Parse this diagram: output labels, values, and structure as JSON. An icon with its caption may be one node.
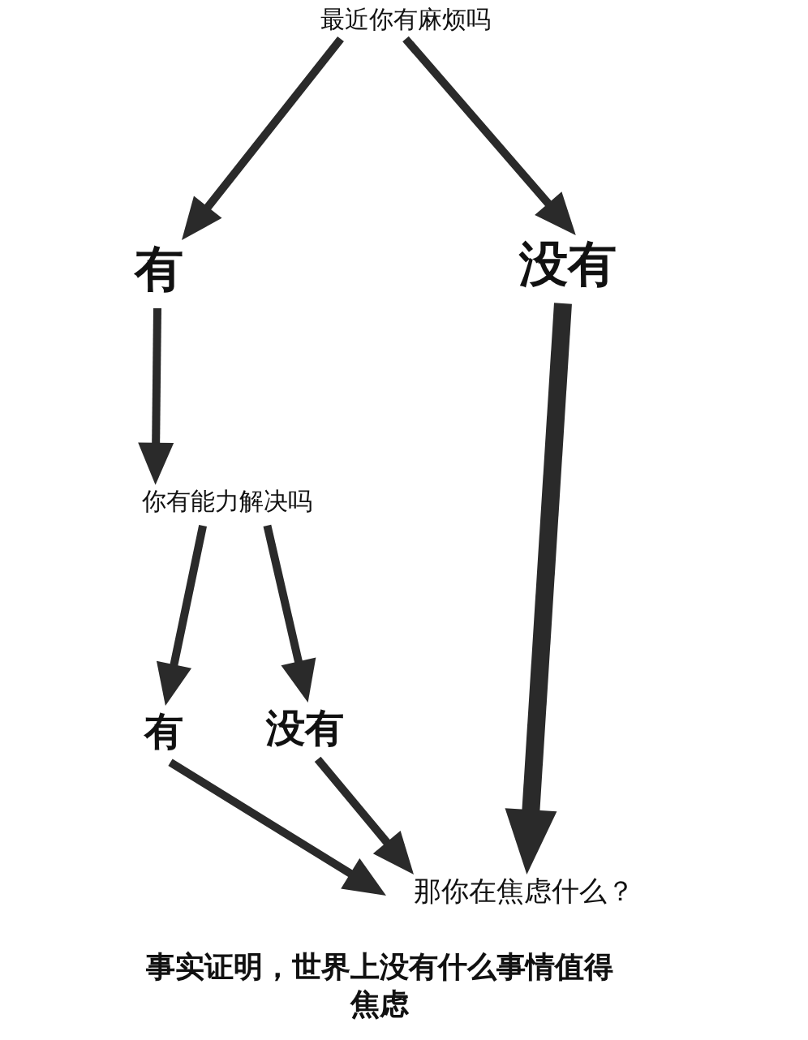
{
  "diagram": {
    "nodes": [
      {
        "text": [
          "最近你有麻烦吗"
        ]
      },
      {
        "text": [
          "有"
        ]
      },
      {
        "text": [
          "没有"
        ]
      },
      {
        "text": [
          "你有能力解决吗"
        ]
      },
      {
        "text": [
          "有"
        ]
      },
      {
        "text": [
          "没有"
        ]
      },
      {
        "text": [
          "那你在焦虑什么？"
        ]
      }
    ],
    "edges": [
      {
        "from": 0,
        "to": 1,
        "arrow": "to"
      },
      {
        "from": 0,
        "to": 2,
        "arrow": "to"
      },
      {
        "from": 1,
        "to": 3,
        "arrow": "to"
      },
      {
        "from": 2,
        "to": 6,
        "arrow": "to",
        "style": "thick"
      },
      {
        "from": 3,
        "to": 4,
        "arrow": "to"
      },
      {
        "from": 3,
        "to": 5,
        "arrow": "to"
      },
      {
        "from": 4,
        "to": 6,
        "arrow": "to"
      },
      {
        "from": 5,
        "to": 6,
        "arrow": "to"
      }
    ],
    "labels": [
      "事实证明，世界上没有什么事情值得焦虑"
    ]
  }
}
